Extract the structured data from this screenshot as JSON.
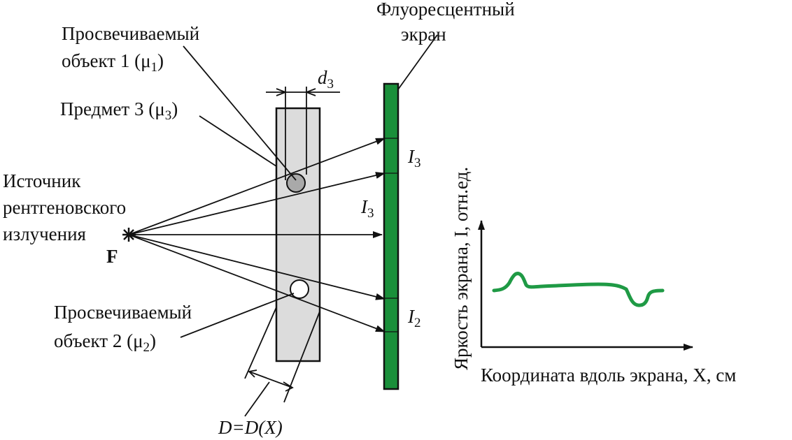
{
  "labels": {
    "screen_line1": "Флуоресцентный",
    "screen_line2": "экран",
    "obj1_line1": "Просвечиваемый",
    "obj1_line2_prefix": "объект 1 (",
    "mu": "μ",
    "obj1_sub": "1",
    "close_paren": ")",
    "d3_main": "d",
    "d3_sub": "3",
    "item3_prefix": "Предмет 3 (",
    "item3_sub": "3",
    "source_line1": "Источник",
    "source_line2": "рентгеновского",
    "source_line3": "излучения",
    "focus_label": "F",
    "I_main": "I",
    "I3_sub": "3",
    "I3_mid_sub": "3",
    "I2_sub": "2",
    "obj2_line1": "Просвечиваемый",
    "obj2_line2_prefix": "объект 2 (",
    "obj2_sub": "2",
    "D_label": "D=D(X)",
    "y_axis_label": "Яркость экрана, I, отн.ед.",
    "x_axis_label": "Координата вдоль экрана, X, см"
  },
  "colors": {
    "screen": "#1a8f3a",
    "curve": "#1f9a45",
    "slab": "#dcdcdc",
    "ball": "#a9a9a9",
    "line": "#111111"
  }
}
